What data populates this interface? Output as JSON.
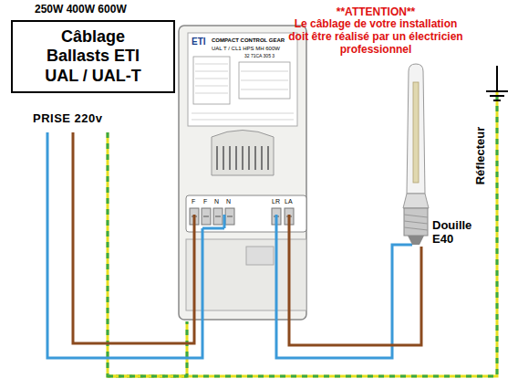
{
  "diagram": {
    "title": "250W 400W 600W",
    "nodes": [
      {
        "text": [
          "Câblage Ballasts ETI UAL / UAL-T"
        ]
      }
    ],
    "labels": [
      "PRISE 220v",
      "**ATTENTION**",
      "Le câblage de votre installation doit être réalisé par un électricien professionnel",
      "Réflecteur",
      "Douille E40",
      "F",
      "F",
      "N",
      "N",
      "LR",
      "LA",
      "ETI",
      "COMPACT CONTROL GEAR",
      "UAL T / CL1 HPS MH 600W",
      "32 71CA 305 3"
    ]
  }
}
